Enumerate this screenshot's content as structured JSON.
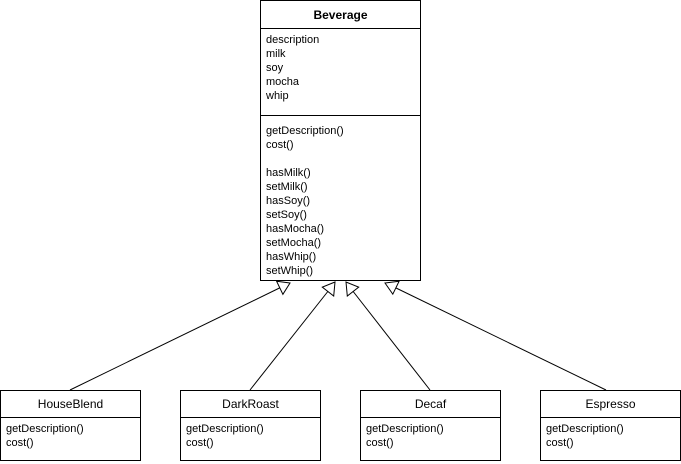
{
  "base_class": {
    "name": "Beverage",
    "attributes": [
      "description",
      "milk",
      "soy",
      "mocha",
      "whip"
    ],
    "methods_group_1": [
      "getDescription()",
      "cost()"
    ],
    "methods_group_2": [
      "hasMilk()",
      "setMilk()",
      "hasSoy()",
      "setSoy()",
      "hasMocha()",
      "setMocha()",
      "hasWhip()",
      "setWhip()"
    ]
  },
  "subclasses": [
    {
      "name": "HouseBlend",
      "methods": [
        "getDescription()",
        "cost()"
      ]
    },
    {
      "name": "DarkRoast",
      "methods": [
        "getDescription()",
        "cost()"
      ]
    },
    {
      "name": "Decaf",
      "methods": [
        "getDescription()",
        "cost()"
      ]
    },
    {
      "name": "Espresso",
      "methods": [
        "getDescription()",
        "cost()"
      ]
    }
  ],
  "relationship": "inheritance"
}
